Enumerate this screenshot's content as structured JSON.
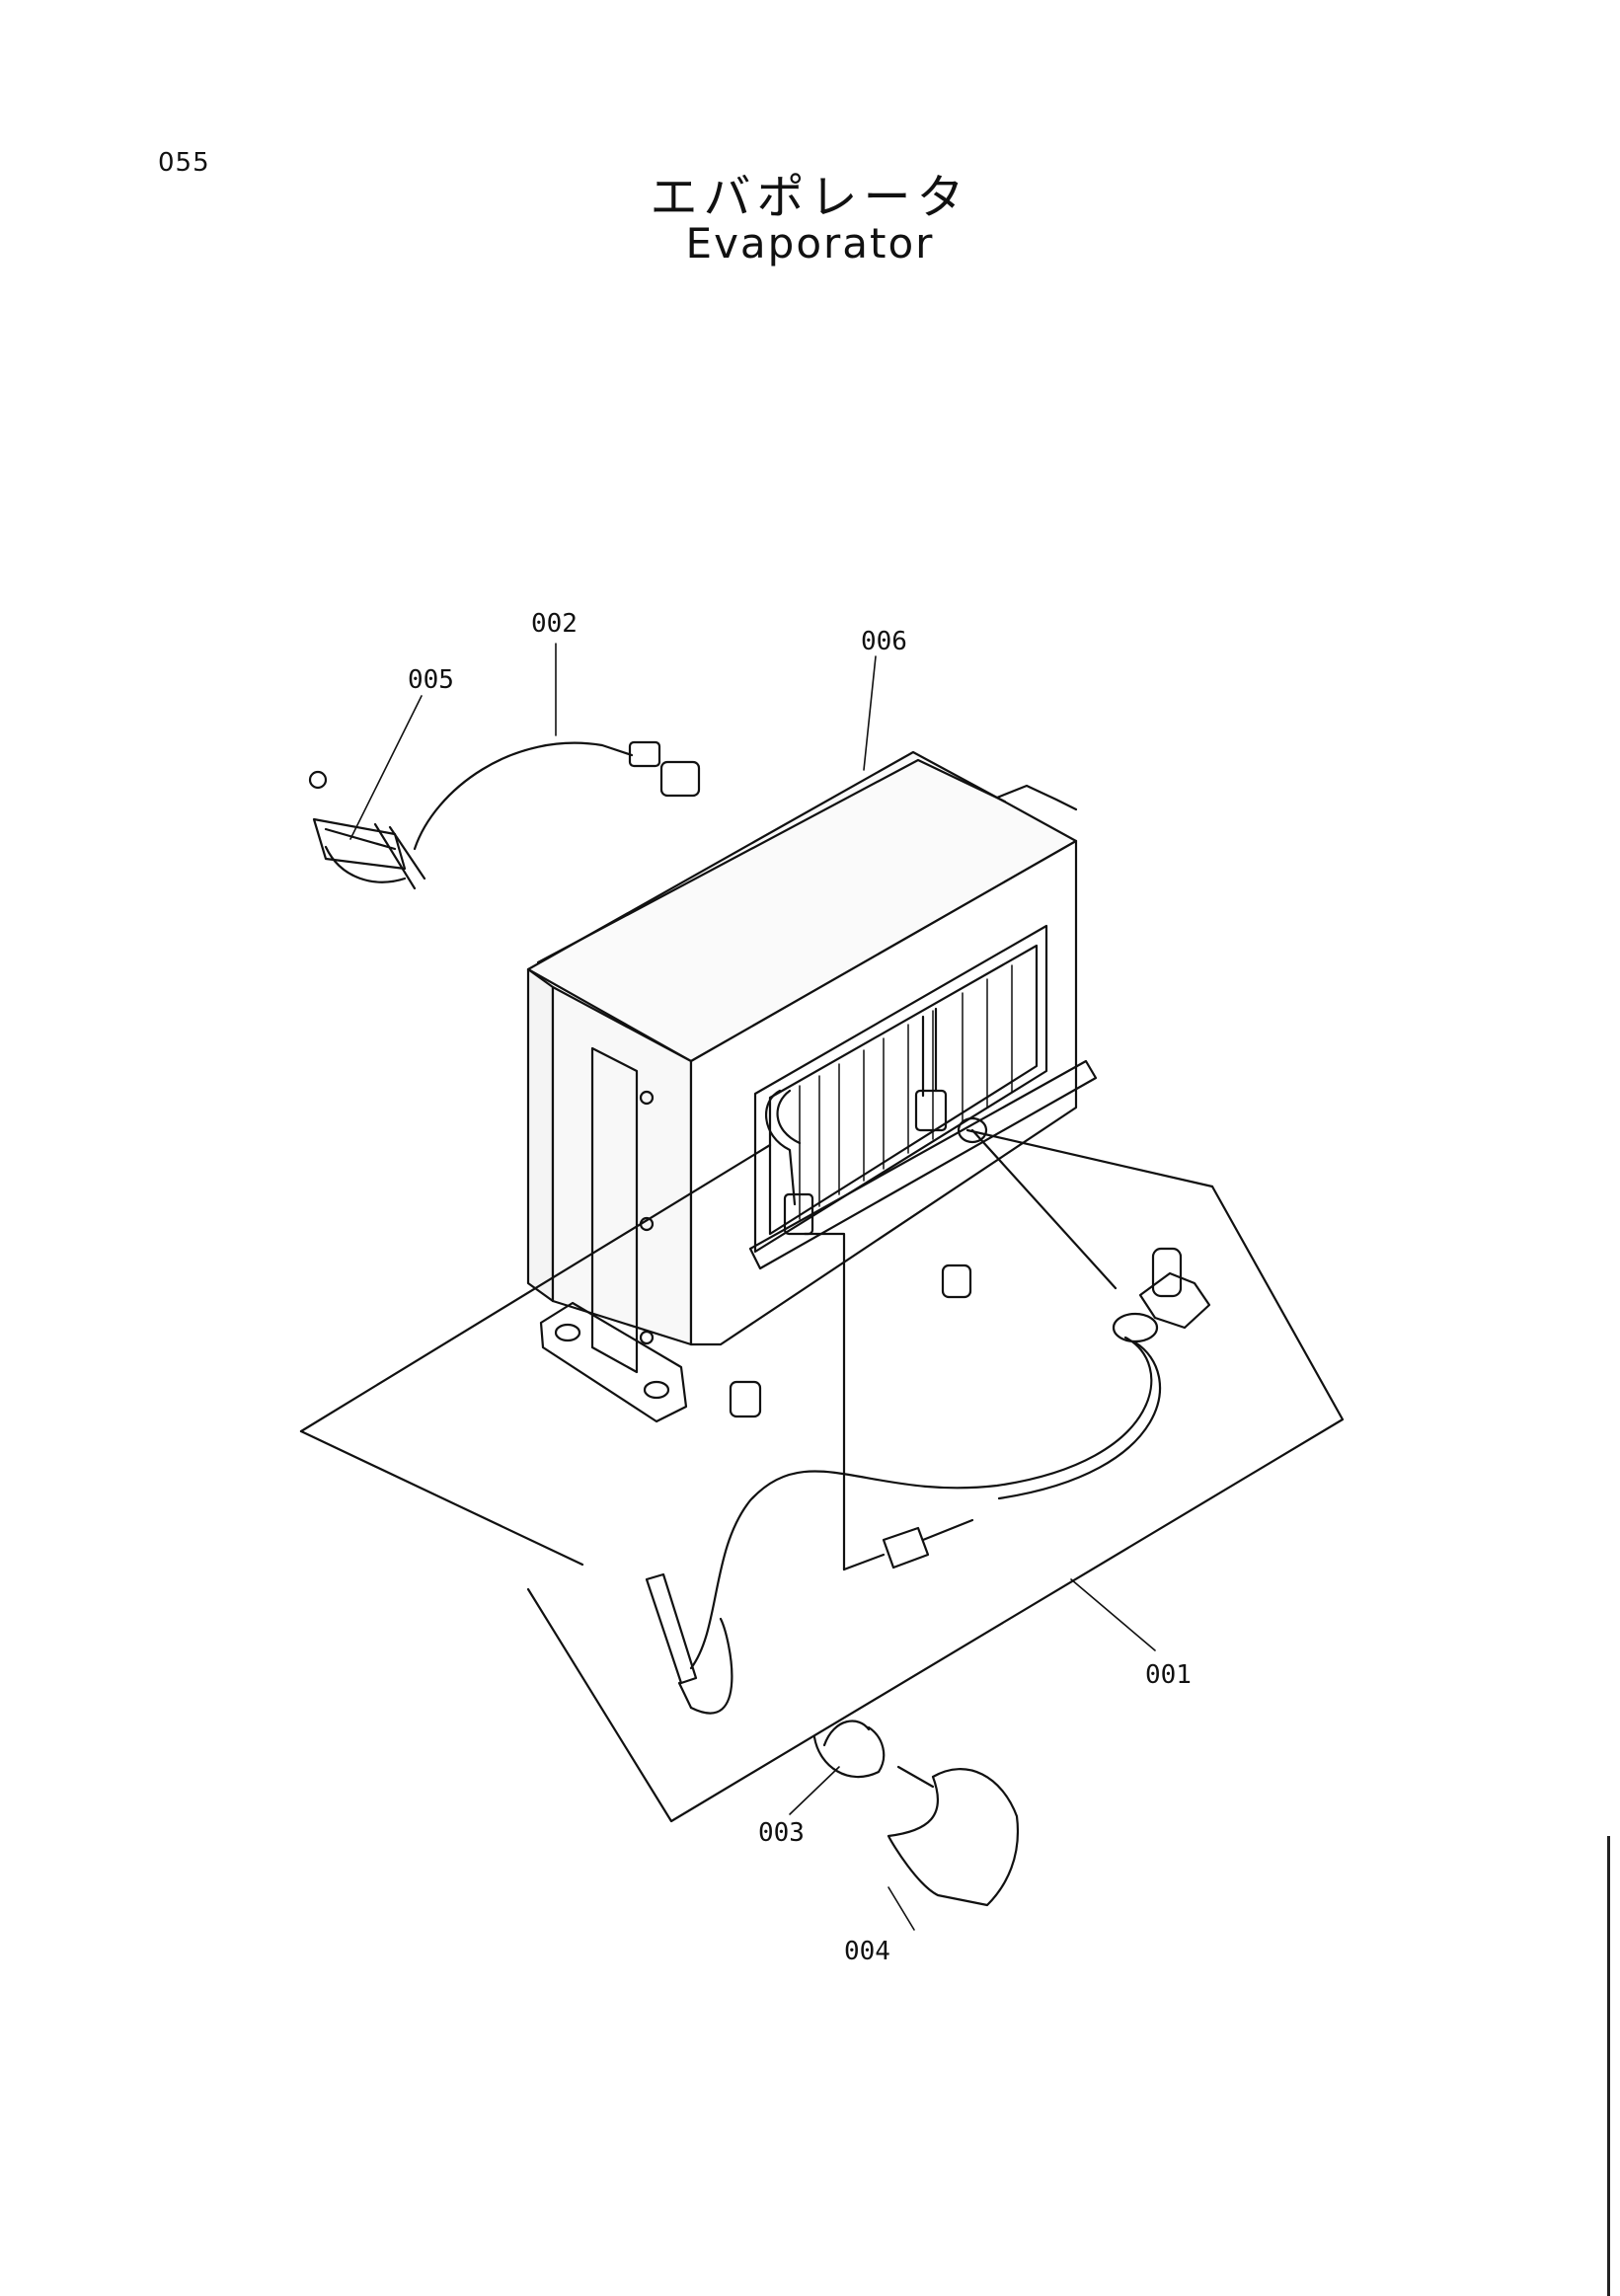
{
  "page": {
    "number": "055"
  },
  "title": {
    "japanese": "エバポレータ",
    "english": "Evaporator"
  },
  "callouts": {
    "c001": "001",
    "c002": "002",
    "c003": "003",
    "c004": "004",
    "c005": "005",
    "c006": "006"
  }
}
